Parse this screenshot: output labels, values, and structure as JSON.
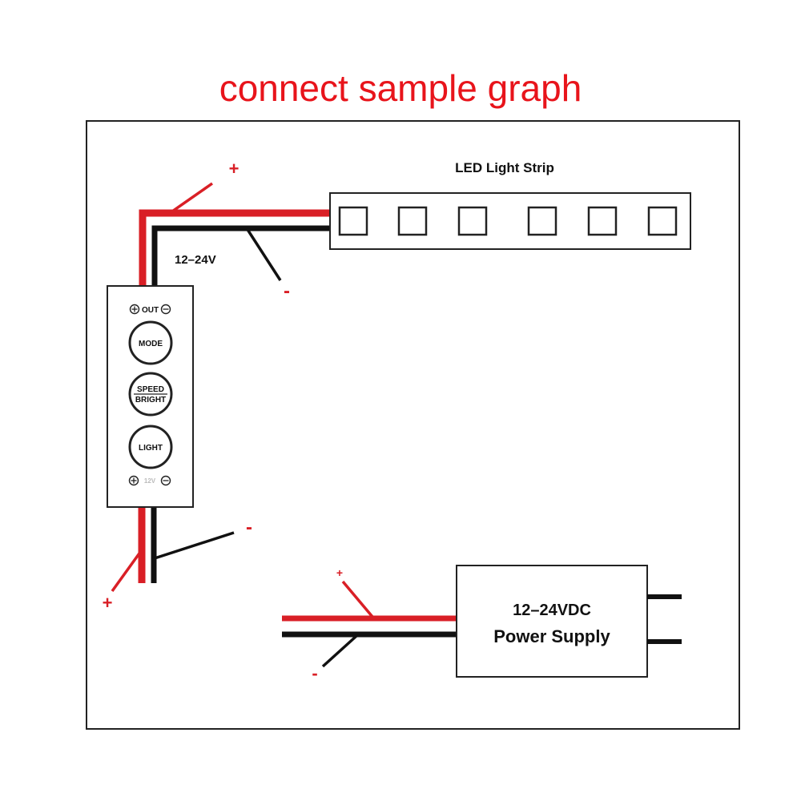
{
  "title": "connect sample graph",
  "colors": {
    "positive_wire": "#d91f26",
    "negative_wire": "#111111",
    "title": "#e8141b"
  },
  "strip": {
    "label": "LED Light Strip",
    "led_count": 6
  },
  "voltage_label": "12–24V",
  "controller": {
    "out_label": "OUT",
    "in_label": "12V",
    "buttons": [
      {
        "id": "mode",
        "lines": [
          "MODE"
        ]
      },
      {
        "id": "speed-bright",
        "lines": [
          "SPEED",
          "BRIGHT"
        ]
      },
      {
        "id": "light",
        "lines": [
          "LIGHT"
        ]
      }
    ]
  },
  "power_supply": {
    "line1": "12–24VDC",
    "line2": "Power Supply"
  },
  "signs": {
    "plus": "+",
    "minus": "-"
  }
}
